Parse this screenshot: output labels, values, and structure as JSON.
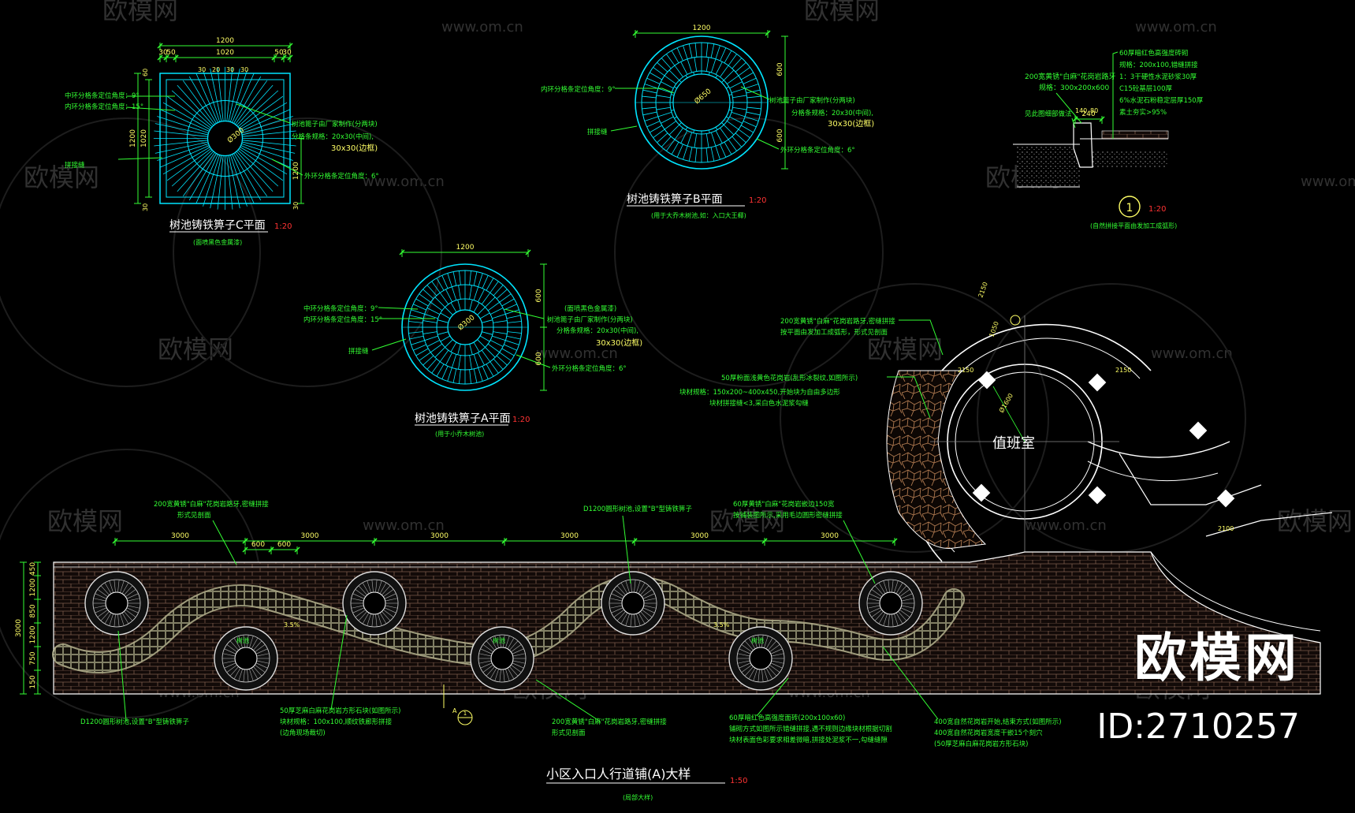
{
  "watermark": {
    "site": "www.om.cn",
    "site_short": "om.cn",
    "logo": "欧模网",
    "logo_partial": "欧模网"
  },
  "brand": {
    "name": "欧模网",
    "id": "ID:2710257"
  },
  "colors": {
    "background": "#000000",
    "outline": "#ffffff",
    "cyan": "#00e5ff",
    "green": "#33ff33",
    "yellow": "#ffff66",
    "scale_red": "#ff3333",
    "paving": "#7a5a4a",
    "stone": "#b07a50"
  },
  "grate_c": {
    "title": "树池铸铁箅子C平面",
    "scale": "1:20",
    "subtitle": "(面喷黑色金属漆)",
    "dims_top": "1200",
    "dims_sub": [
      "30",
      "50",
      "1020",
      "50",
      "30"
    ],
    "dims_inner": [
      "30",
      "20",
      "30",
      "30"
    ],
    "dims_left": [
      "1200",
      "1020"
    ],
    "dims_left_small": [
      "60",
      "30"
    ],
    "dim_right": "1200",
    "dim_right_small": "30",
    "diameter": "Ø300",
    "notes_left": [
      "中环分格条定位角度：9°",
      "内环分格条定位角度：15°",
      "拼接缝"
    ],
    "notes_right": [
      "树池篦子由厂家制作(分两块)",
      "分格条规格：20x30(中间),",
      "30x30(边框)",
      "外环分格条定位角度：6°"
    ]
  },
  "grate_b": {
    "title": "树池铸铁箅子B平面",
    "scale": "1:20",
    "subtitle": "(用于大乔木树池,如：入口大王椰)",
    "dim_top": "1200",
    "dims_right": [
      "600",
      "600"
    ],
    "diameter": "Ø650",
    "notes_left": [
      "内环分格条定位角度：9°",
      "拼接缝"
    ],
    "notes_right": [
      "树池篦子由厂家制作(分两块)",
      "分格条规格：20x30(中间),",
      "30x30(边框)",
      "外环分格条定位角度：6°"
    ]
  },
  "grate_a": {
    "title": "树池铸铁箅子A平面",
    "scale": "1:20",
    "subtitle": "(用于小乔木树池)",
    "dim_top": "1200",
    "dims_right": [
      "600",
      "600"
    ],
    "diameter": "Ø300",
    "notes_left": [
      "中环分格条定位角度：9°",
      "内环分格条定位角度：15°",
      "拼接缝"
    ],
    "notes_right": [
      "(面喷黑色金属漆)",
      "树池篦子由厂家制作(分两块)",
      "分格条规格：20x30(中间),",
      "30x30(边框)",
      "外环分格条定位角度：6°"
    ]
  },
  "section_1": {
    "title": "1",
    "scale": "1:20",
    "subtitle": "(自然拼接平面由发加工成弧形)",
    "label_a": "200宽黄锈\"白麻\"花岗岩路牙",
    "label_a2": "规格：300x200x600",
    "label_b": "见此图细部做法",
    "dims": [
      "240",
      "140",
      "80"
    ],
    "layers": [
      "60厚暗红色高强度砖砌",
      "规格：200x100,错缝拼接",
      "1：3干硬性水泥砂浆30厚",
      "C15砼基层100厚",
      "6%水泥石粉稳定层厚150厚",
      "素土夯实>95%"
    ]
  },
  "guard_house": {
    "label": "值班室",
    "dims": [
      "2150",
      "2150",
      "2150",
      "2100",
      "1050"
    ],
    "diameter": "Ø1600",
    "note_curb": [
      "200宽黄锈\"白麻\"花岗岩路牙,密缝拼接",
      "按平面由发加工成弧形，形式见剖面"
    ],
    "note_paving": [
      "50厚粉面浅黄色花岗岩(乱形冰裂纹,如图所示)",
      "块材规格：150x200~400x450,开始块为自由多边形",
      "块材拼接缝<3,采白色水泥浆勾缝"
    ]
  },
  "paving": {
    "title": "小区入口人行道铺(A)大样",
    "scale": "1:50",
    "subtitle": "(局部大样)",
    "dims_top": [
      "3000",
      "3000",
      "3000",
      "3000",
      "3000",
      "3000"
    ],
    "dims_small": [
      "600",
      "600"
    ],
    "dims_left": [
      "450",
      "1200",
      "850",
      "1200",
      "750",
      "150"
    ],
    "dim_left_total": "3000",
    "dim_slope": "3.5%",
    "dim_slope_b": "3.5%",
    "tree_label": "树池",
    "notes_top": [
      [
        "200宽黄锈\"白麻\"花岗岩路牙,密缝拼接",
        "形式见剖面"
      ],
      [
        "D1200圆形树池,设置\"B\"型铸铁箅子"
      ],
      [
        "60厚黄锈\"白麻\"花岗岩嵌边150宽",
        "按铺装图所示,采用毛边圆形密缝拼接"
      ]
    ],
    "notes_bottom": [
      [
        "D1200圆形树池,设置\"B\"型铸铁箅子"
      ],
      [
        "50厚芝麻白麻花岗岩方形石块(如图所示)",
        "块材规格：100x100,顺纹铁廊形拼接",
        "(边角现场裁切)"
      ],
      [
        "200宽黄锈\"白麻\"花岗岩路牙,密缝拼接",
        "形式见剖面"
      ],
      [
        "60厚暗红色高强度面砖(200x100x60)",
        "铺砌方式如图所示错缝拼接,遇不规则边缘块材根据切割",
        "块材表面色彩要求相差微暗,拼接处泥浆不一,勾缝缝隙"
      ],
      [
        "400宽自然花岗岩开始,结束方式(如图所示)",
        "400宽自然花岗岩宽度干嵌15个刻穴",
        "(50厚芝麻白麻花岗岩方形石块)"
      ]
    ],
    "section_mark": "1",
    "cut_label": "A"
  }
}
